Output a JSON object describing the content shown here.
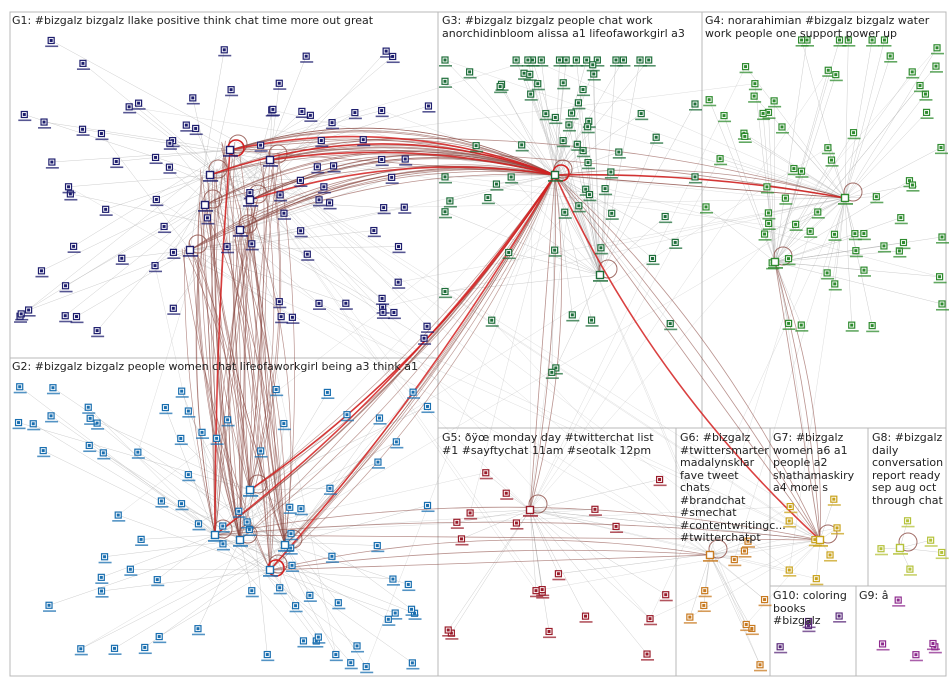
{
  "colors": {
    "panel_border": "#b8b8b8",
    "edge_gray": "#b0b0b0",
    "edge_brown": "#8b4a42",
    "edge_red": "#d42020"
  },
  "groups": [
    {
      "id": "G1",
      "label": "G1: #bizgalz bizgalz llake positive think chat time more out great",
      "color": "#1e1e6e"
    },
    {
      "id": "G2",
      "label": "G2: #bizgalz bizgalz people women chat lifeofaworkgirl being a3 think a1",
      "color": "#1a6fb0"
    },
    {
      "id": "G3",
      "label": "G3: #bizgalz bizgalz people chat work anorchidinbloom alissa a1 lifeofaworkgirl a3",
      "color": "#1e6e3a"
    },
    {
      "id": "G4",
      "label": "G4: norarahimian #bizgalz bizgalz water work people one support power up",
      "color": "#2e8b2e"
    },
    {
      "id": "G5",
      "label": "G5: ðÿœ monday day #twitterchat list #1 #sayftychat 11am #seotalk 12pm",
      "color": "#9a1c2a"
    },
    {
      "id": "G6",
      "label": "G6: #bizgalz #twittersmarter madalynsklar fave tweet chats #brandchat #smechat #contentwritingc... #twitterchatpt",
      "color": "#c87a20"
    },
    {
      "id": "G7",
      "label": "G7: #bizgalz women a6 a1 people a2 shathamaskiry a4 more s",
      "color": "#c9a21a"
    },
    {
      "id": "G8",
      "label": "G8: #bizgalz daily conversation report ready sep aug oct through chat",
      "color": "#b5c23a"
    },
    {
      "id": "G9",
      "label": "G9: â",
      "color": "#8e2a8e"
    },
    {
      "id": "G10",
      "label": "G10: coloring books #bizgalz",
      "color": "#5a2a7a"
    }
  ]
}
